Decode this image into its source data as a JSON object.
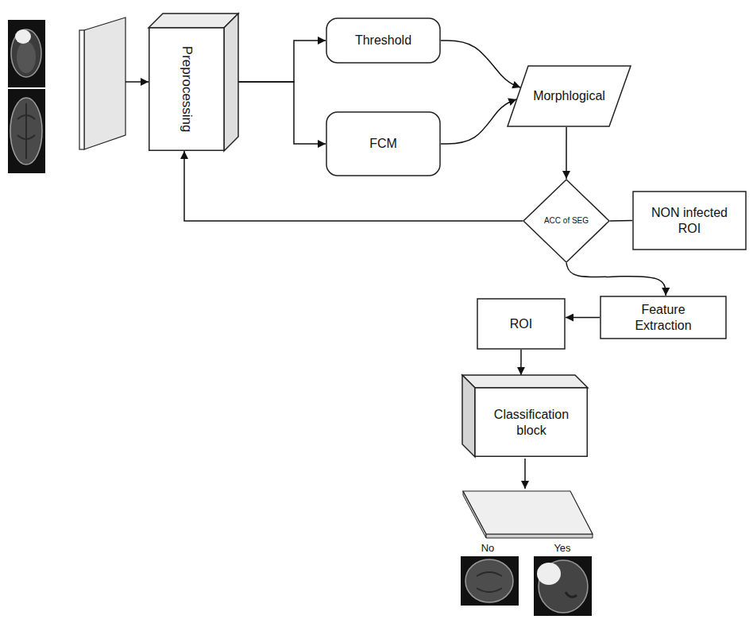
{
  "diagram": {
    "nodes": [
      {
        "text": [
          "Preprocessing"
        ]
      },
      {
        "text": [
          "Threshold"
        ]
      },
      {
        "text": [
          "FCM"
        ]
      },
      {
        "text": [
          "Morphlogical"
        ]
      },
      {
        "text": [
          "ACC of SEG"
        ]
      },
      {
        "text": [
          "NON infected ROI"
        ]
      },
      {
        "text": [
          "Feature Extraction"
        ]
      },
      {
        "text": [
          "ROI"
        ]
      },
      {
        "text": [
          "Classification block"
        ]
      }
    ],
    "edges": [
      {
        "from": 0,
        "to": 1,
        "arrow": "to"
      },
      {
        "from": 0,
        "to": 2,
        "arrow": "to"
      },
      {
        "from": 1,
        "to": 3,
        "arrow": "to"
      },
      {
        "from": 2,
        "to": 3,
        "arrow": "to"
      },
      {
        "from": 3,
        "to": 4,
        "arrow": "to"
      },
      {
        "from": 4,
        "to": 0,
        "arrow": "to"
      },
      {
        "from": 4,
        "to": 5,
        "arrow": "none"
      },
      {
        "from": 4,
        "to": 6,
        "arrow": "to"
      },
      {
        "from": 6,
        "to": 7,
        "arrow": "to"
      },
      {
        "from": 7,
        "to": 8,
        "arrow": "to"
      }
    ],
    "labels": [
      "No",
      "Yes"
    ]
  }
}
